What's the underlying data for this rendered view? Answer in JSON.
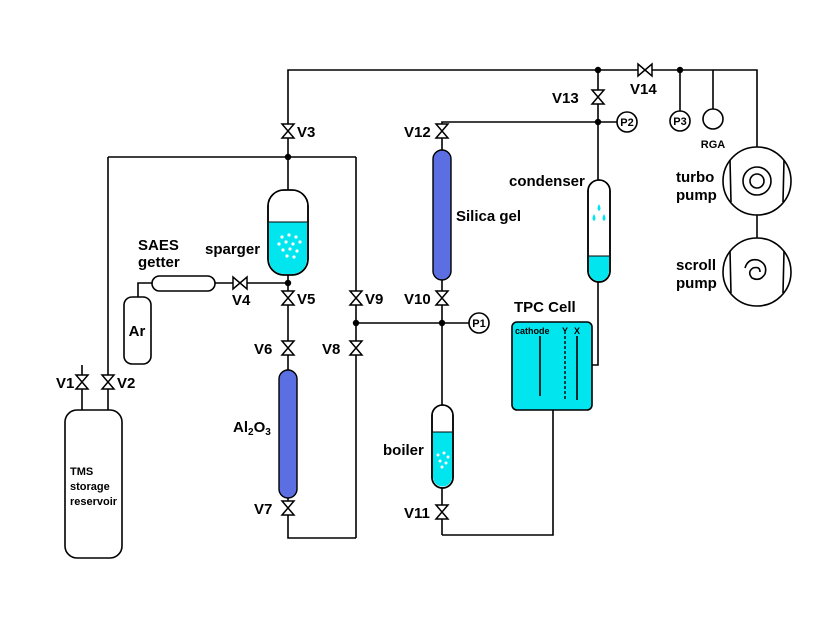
{
  "valves": {
    "v1": "V1",
    "v2": "V2",
    "v3": "V3",
    "v4": "V4",
    "v5": "V5",
    "v6": "V6",
    "v7": "V7",
    "v8": "V8",
    "v9": "V9",
    "v10": "V10",
    "v11": "V11",
    "v12": "V12",
    "v13": "V13",
    "v14": "V14"
  },
  "gauges": {
    "p1": "P1",
    "p2": "P2",
    "p3": "P3"
  },
  "components": {
    "rga": "RGA",
    "turbo_line1": "turbo",
    "turbo_line2": "pump",
    "scroll_line1": "scroll",
    "scroll_line2": "pump",
    "condenser": "condenser",
    "silica_gel": "Silica gel",
    "saes_line1": "SAES",
    "saes_line2": "getter",
    "sparger": "sparger",
    "ar": "Ar",
    "alumina_main": "Al",
    "alumina_sub1": "2",
    "alumina_mid": "O",
    "alumina_sub2": "3",
    "boiler": "boiler",
    "tpc_cell": "TPC Cell",
    "cathode": "cathode",
    "y": "Y",
    "x": "X",
    "tms_line1": "TMS",
    "tms_line2": "storage",
    "tms_line3": "reservoir"
  },
  "colors": {
    "liquid": "#00e5ee",
    "column": "#5b6fe3",
    "line": "#000000"
  }
}
